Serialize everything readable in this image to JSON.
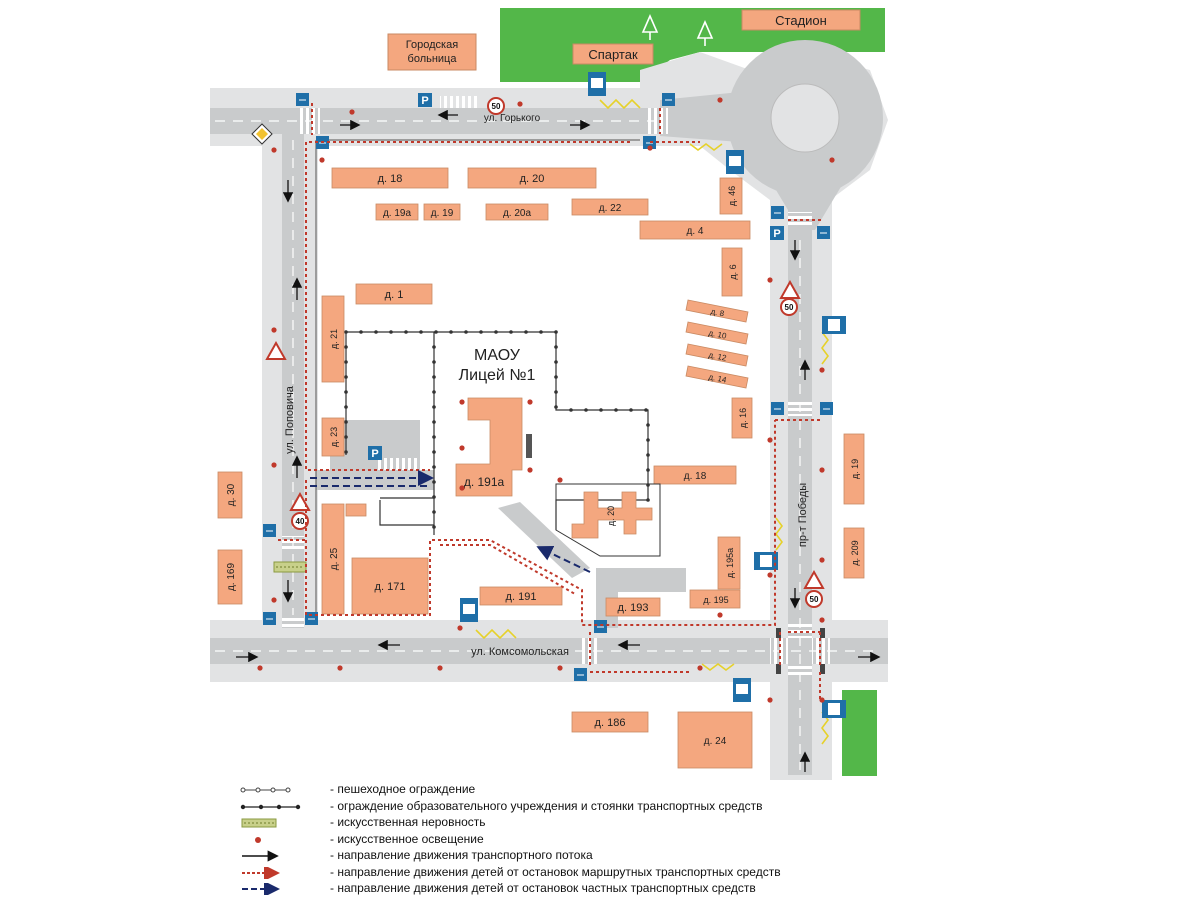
{
  "landmarks": {
    "stadium": "Стадион",
    "spartak": "Спартак",
    "hospital_line1": "Городская",
    "hospital_line2": "больница",
    "school_line1": "МАОУ",
    "school_line2": "Лицей №1"
  },
  "streets": {
    "gorkogo": "ул. Горького",
    "popovicha": "ул. Поповича",
    "komsomolskaya": "ул. Комсомольская",
    "pobedy": "пр-т Победы"
  },
  "buildings": {
    "b18": "д. 18",
    "b20": "д. 20",
    "b19a": "д. 19а",
    "b19": "д. 19",
    "b20a": "д. 20а",
    "b22": "д. 22",
    "b46": "д. 46",
    "b4": "д. 4",
    "b6": "д. 6",
    "b1": "д. 1",
    "b21": "д. 21",
    "b8": "д. 8",
    "b10": "д. 10",
    "b12": "д. 12",
    "b14": "д. 14",
    "b16": "д. 16",
    "b23": "д. 23",
    "b191a": "д. 191а",
    "b18b": "д. 18",
    "b20b": "д. 20",
    "b19r": "д. 19",
    "b30": "д. 30",
    "b25": "д. 25",
    "b171": "д. 171",
    "b169": "д. 169",
    "b191": "д. 191",
    "b193": "д. 193",
    "b195a": "д. 195а",
    "b195": "д. 195",
    "b209": "д. 209",
    "b186": "д. 186",
    "b24": "д. 24"
  },
  "signs": {
    "speed_50": "50",
    "speed_40": "40",
    "parking": "P"
  },
  "legend": [
    "- пешеходное ограждение",
    "- ограждение образовательного учреждения и стоянки транспортных средств",
    "- искусственная неровность",
    "- искусственное освещение",
    "- направление движения транспортного потока",
    "- направление движения детей от остановок маршрутных транспортных средств",
    "- направление движения детей от остановок частных транспортных средств"
  ],
  "colors": {
    "building": "#f4a77f",
    "road": "#c9cbcc",
    "sidewalk": "#e2e3e4",
    "grass": "#53b749",
    "lamp": "#c0392b",
    "route_bus": "#c0392b",
    "route_private": "#1a2a6c"
  }
}
